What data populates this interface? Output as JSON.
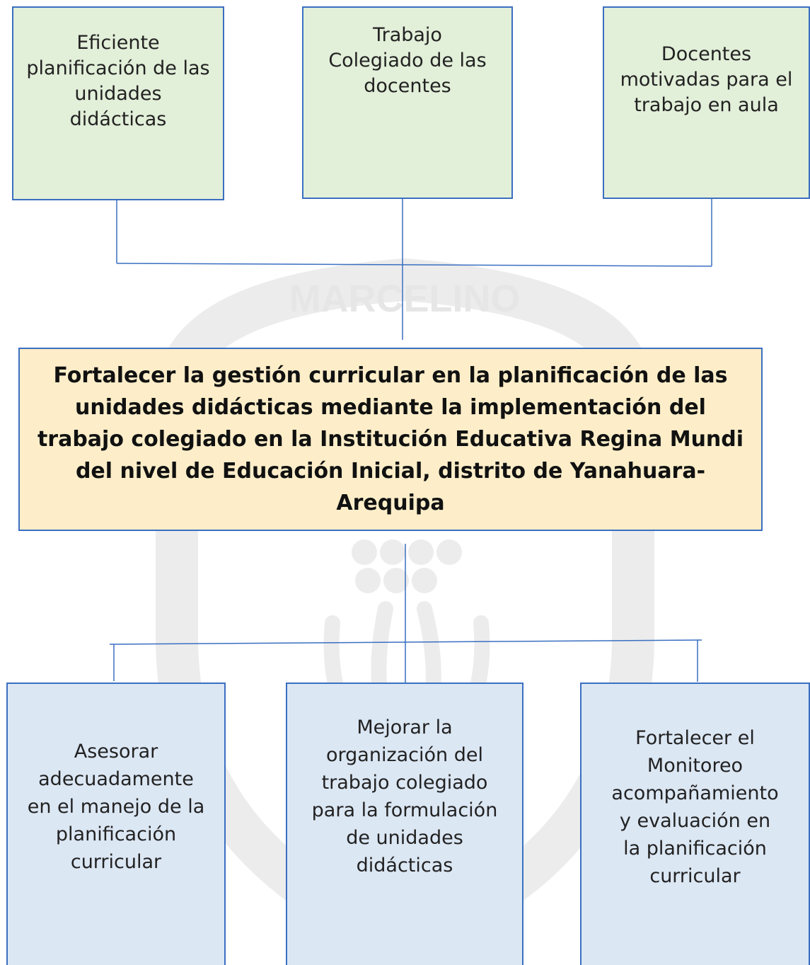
{
  "watermark": {
    "word": "MARCELINO",
    "color": "#ececec"
  },
  "causes": [
    {
      "label": "Eficiente planificación de las unidades didácticas"
    },
    {
      "label": "Trabajo Colegiado de las docentes"
    },
    {
      "label": "Docentes motivadas para el trabajo en aula"
    }
  ],
  "central_objective": {
    "label": "Fortalecer la gestión curricular en la planificación de las unidades didácticas   mediante la implementación  del trabajo colegiado en la  Institución Educativa Regina Mundi del nivel de Educación Inicial, distrito de Yanahuara-Arequipa"
  },
  "actions": [
    {
      "label": "Asesorar adecuadamente en el manejo de la planificación curricular"
    },
    {
      "label": "Mejorar la organización del trabajo colegiado para la formulación de unidades didácticas"
    },
    {
      "label": "Fortalecer el Monitoreo acompañamiento y evaluación en la planificación curricular"
    }
  ],
  "colors": {
    "border": "#3a6fc1",
    "connector": "#3a6fc1",
    "cause_fill": "#e2efd9",
    "objective_fill": "#fdeec9",
    "action_fill": "#dce7f4"
  }
}
